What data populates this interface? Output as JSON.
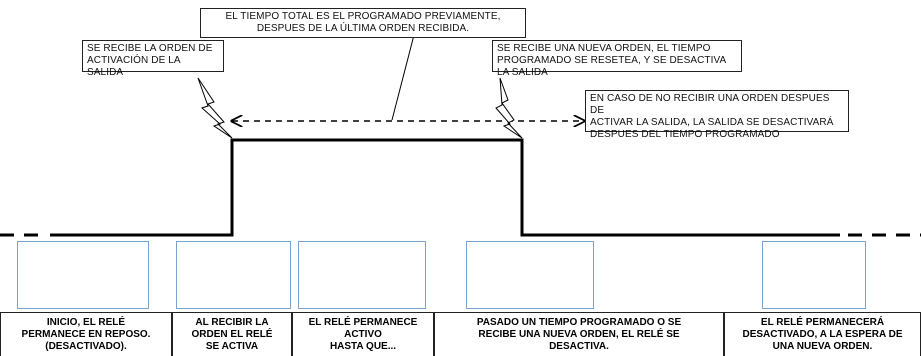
{
  "callouts": {
    "total_time": "EL TIEMPO TOTAL ES EL PROGRAMADO PREVIAMENTE,",
    "total_time_2": "DESPUES DE LA ÚLTIMA ORDEN RECIBIDA.",
    "activation_order": "SE RECIBE LA ORDEN DE",
    "activation_order_2": "ACTIVACIÓN DE LA SALIDA",
    "new_order": "SE RECIBE UNA NUEVA ORDEN, EL TIEMPO",
    "new_order_2": "PROGRAMADO SE RESETEA, Y SE DESACTIVA LA SALIDA",
    "no_order": "EN CASO DE NO RECIBIR UNA ORDEN DESPUES DE",
    "no_order_2": "ACTIVAR LA SALIDA, LA SALIDA SE DESACTIVARÁ",
    "no_order_3": "DESPUES DEL TIEMPO PROGRAMADO"
  },
  "captions": [
    [
      "INICIO, EL RELÉ",
      "PERMANECE EN REPOSO.",
      "(DESACTIVADO)."
    ],
    [
      "AL RECIBIR LA",
      "ORDEN EL RELÉ",
      "SE ACTIVA"
    ],
    [
      "EL RELÉ PERMANECE",
      "ACTIVO",
      "HASTA QUE..."
    ],
    [
      "PASADO UN TIEMPO PROGRAMADO O SE",
      "RECIBE UNA NUEVA ORDEN, EL RELÉ SE",
      "DESACTIVA."
    ],
    [
      "EL RELÉ PERMANECERÁ",
      "DESACTIVADO, A LA ESPERA DE",
      "UNA NUEVA ORDEN."
    ]
  ],
  "colors": {
    "line": "#000000",
    "panel_border": "#7aa2cf"
  },
  "icons": [
    "lightning-icon",
    "rotate-arrow-icon",
    "relay-switch-icon"
  ]
}
